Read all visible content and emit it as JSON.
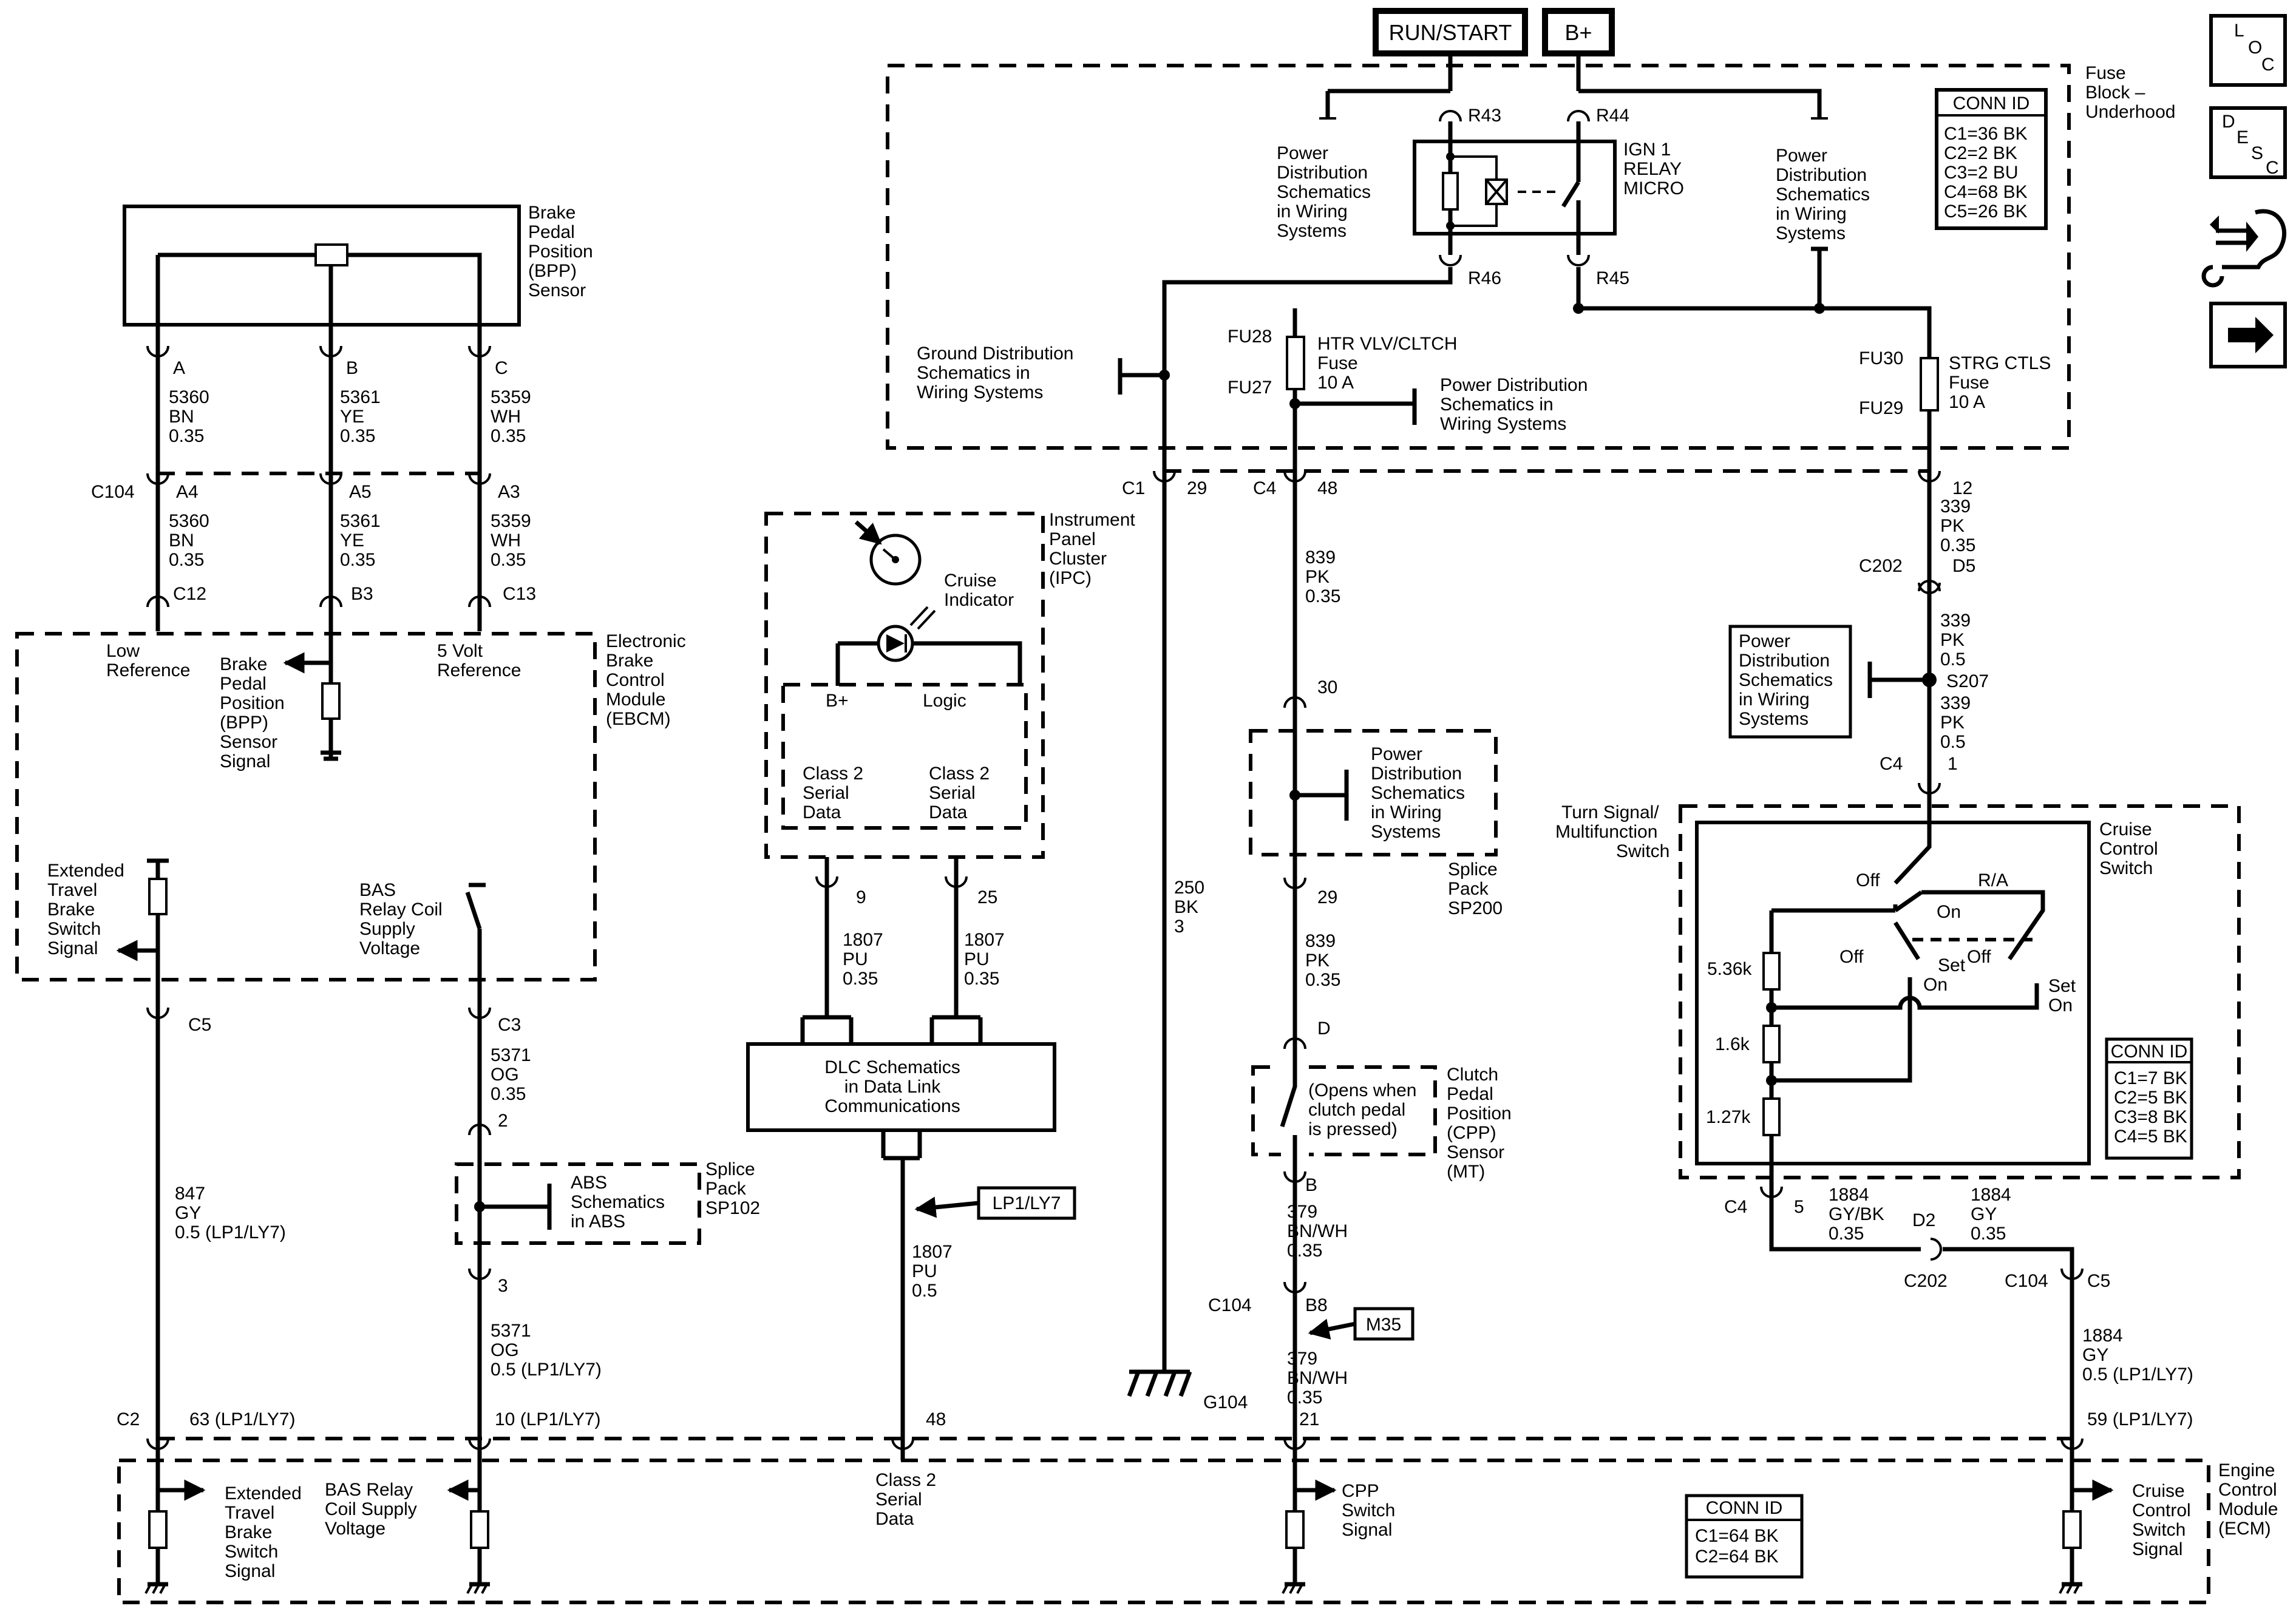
{
  "power": {
    "run_start": "RUN/START",
    "b_plus": "B+"
  },
  "side": {
    "conn_label": "L O C",
    "desc_label": "D E S C"
  },
  "fuse_block": {
    "title": [
      "Fuse",
      "Block –",
      "Underhood"
    ],
    "conn_title": "CONN ID",
    "conn": [
      "C1=36 BK",
      "C2=2 BK",
      "C3=2 BU",
      "C4=68 BK",
      "C5=26 BK"
    ],
    "r43": "R43",
    "r44": "R44",
    "r45": "R45",
    "r46": "R46",
    "relay": [
      "IGN 1",
      "RELAY",
      "MICRO"
    ],
    "pd_left": [
      "Power",
      "Distribution",
      "Schematics",
      "in Wiring",
      "Systems"
    ],
    "pd_right": [
      "Power",
      "Distribution",
      "Schematics",
      "in Wiring",
      "Systems"
    ],
    "ground_dist": [
      "Ground Distribution",
      "Schematics in",
      "Wiring Systems"
    ],
    "fu28": "FU28",
    "fu27": "FU27",
    "fuse_htr": [
      "HTR VLV/CLTCH",
      "Fuse",
      "10 A"
    ],
    "pd_mid": [
      "Power Distribution",
      "Schematics in",
      "Wiring Systems"
    ],
    "fu30": "FU30",
    "fu29": "FU29",
    "fuse_strg": [
      "STRG CTLS",
      "Fuse",
      "10 A"
    ]
  },
  "bpp": {
    "title": [
      "Brake",
      "Pedal",
      "Position",
      "(BPP)",
      "Sensor"
    ],
    "pins": [
      "A",
      "B",
      "C"
    ]
  },
  "wires_top": [
    [
      "5360",
      "BN",
      "0.35"
    ],
    [
      "5361",
      "YE",
      "0.35"
    ],
    [
      "5359",
      "WH",
      "0.35"
    ]
  ],
  "c104_left": {
    "label": "C104",
    "pins": [
      "A4",
      "A5",
      "A3"
    ]
  },
  "wires_mid": [
    [
      "5360",
      "BN",
      "0.35"
    ],
    [
      "5361",
      "YE",
      "0.35"
    ],
    [
      "5359",
      "WH",
      "0.35"
    ]
  ],
  "ebcm": {
    "pins": [
      "C12",
      "B3",
      "C13"
    ],
    "title": [
      "Electronic",
      "Brake",
      "Control",
      "Module",
      "(EBCM)"
    ],
    "low_ref": [
      "Low",
      "Reference"
    ],
    "bpp_signal": [
      "Brake",
      "Pedal",
      "Position",
      "(BPP)",
      "Sensor",
      "Signal"
    ],
    "five_volt": [
      "5 Volt",
      "Reference"
    ],
    "ext_travel": [
      "Extended",
      "Travel",
      "Brake",
      "Switch",
      "Signal"
    ],
    "bas_relay": [
      "BAS",
      "Relay Coil",
      "Supply",
      "Voltage"
    ],
    "c5": "C5",
    "c3": "C3"
  },
  "wire_847": [
    "847",
    "GY",
    "0.5 (LP1/LY7)"
  ],
  "wire_5371_a": [
    "5371",
    "OG",
    "0.35"
  ],
  "sp102": {
    "pin_top": "2",
    "pin_bot": "3",
    "abs": [
      "ABS",
      "Schematics",
      "in ABS"
    ],
    "title": [
      "Splice",
      "Pack",
      "SP102"
    ]
  },
  "wire_5371_b": [
    "5371",
    "OG",
    "0.5 (LP1/LY7)"
  ],
  "ipc": {
    "title": [
      "Instrument",
      "Panel",
      "Cluster",
      "(IPC)"
    ],
    "cruise": [
      "Cruise",
      "Indicator"
    ],
    "bplus": "B+",
    "logic": "Logic",
    "class2_a": [
      "Class 2",
      "Serial",
      "Data"
    ],
    "class2_b": [
      "Class 2",
      "Serial",
      "Data"
    ],
    "pin9": "9",
    "pin25": "25"
  },
  "wire_1807_a": [
    "1807",
    "PU",
    "0.35"
  ],
  "wire_1807_b": [
    "1807",
    "PU",
    "0.35"
  ],
  "dlc": [
    "DLC Schematics",
    "in Data Link",
    "Communications"
  ],
  "lp1_tag": "LP1/LY7",
  "wire_1807_c": [
    "1807",
    "PU",
    "0.5"
  ],
  "c1": {
    "label": "C1",
    "pin": "29"
  },
  "wire_250": [
    "250",
    "BK",
    "3"
  ],
  "g104": "G104",
  "c4_mid": {
    "label": "C4",
    "pin": "48"
  },
  "wire_839_a": [
    "839",
    "PK",
    "0.35"
  ],
  "sp200": {
    "pin_top": "30",
    "pin_bot": "29",
    "pd": [
      "Power",
      "Distribution",
      "Schematics",
      "in Wiring",
      "Systems"
    ],
    "title": [
      "Splice",
      "Pack",
      "SP200"
    ]
  },
  "wire_839_b": [
    "839",
    "PK",
    "0.35"
  ],
  "cpp": {
    "pin_top": "D",
    "pin_bot": "B",
    "note": [
      "(Opens when",
      "clutch pedal",
      "is pressed)"
    ],
    "title": [
      "Clutch",
      "Pedal",
      "Position",
      "(CPP)",
      "Sensor",
      "(MT)"
    ]
  },
  "wire_379_a": [
    "379",
    "BN/WH",
    "0.35"
  ],
  "c104_mid": {
    "label": "C104",
    "pin": "B8"
  },
  "m35_tag": "M35",
  "wire_379_b": [
    "379",
    "BN/WH",
    "0.35"
  ],
  "right_chain": {
    "c4_pin": "12",
    "w339_a": [
      "339",
      "PK",
      "0.35"
    ],
    "c202": "C202",
    "d5": "D5",
    "w339_b": [
      "339",
      "PK",
      "0.5"
    ],
    "pd": [
      "Power",
      "Distribution",
      "Schematics",
      "in Wiring",
      "Systems"
    ],
    "s207": "S207",
    "w339_c": [
      "339",
      "PK",
      "0.5"
    ],
    "c4": "C4",
    "c4_pin2": "1"
  },
  "tsm": {
    "title": [
      "Turn Signal/",
      "Multifunction",
      "Switch"
    ],
    "ccs": [
      "Cruise",
      "Control",
      "Switch"
    ],
    "off1": "Off",
    "ra": "R/A",
    "on": "On",
    "off2": "Off",
    "off3": "Off",
    "set_on_a": [
      "Set",
      "On"
    ],
    "set_on_b": [
      "Set",
      "On"
    ],
    "r1": "5.36k",
    "r2": "1.6k",
    "r3": "1.27k",
    "conn_title": "CONN ID",
    "conn": [
      "C1=7 BK",
      "C2=5 BK",
      "C3=8 BK",
      "C4=5 BK"
    ],
    "c4": "C4",
    "pin5": "5"
  },
  "wire_1884_a": [
    "1884",
    "GY/BK",
    "0.35"
  ],
  "d2": "D2",
  "c202_b": "C202",
  "wire_1884_b": [
    "1884",
    "GY",
    "0.35"
  ],
  "c104_right": {
    "label": "C104",
    "pin": "C5"
  },
  "wire_1884_c": [
    "1884",
    "GY",
    "0.5 (LP1/LY7)"
  ],
  "ecm": {
    "c2": "C2",
    "pin63": "63 (LP1/LY7)",
    "pin10": "10 (LP1/LY7)",
    "pin48": "48",
    "pin21": "21",
    "pin59": "59 (LP1/LY7)",
    "title": [
      "Engine",
      "Control",
      "Module",
      "(ECM)"
    ],
    "ext": [
      "Extended",
      "Travel",
      "Brake",
      "Switch",
      "Signal"
    ],
    "bas": [
      "BAS Relay",
      "Coil Supply",
      "Voltage"
    ],
    "class2": [
      "Class 2",
      "Serial",
      "Data"
    ],
    "cpp": [
      "CPP",
      "Switch",
      "Signal"
    ],
    "ccs": [
      "Cruise",
      "Control",
      "Switch",
      "Signal"
    ],
    "conn_title": "CONN ID",
    "conn": [
      "C1=64 BK",
      "C2=64 BK"
    ]
  }
}
